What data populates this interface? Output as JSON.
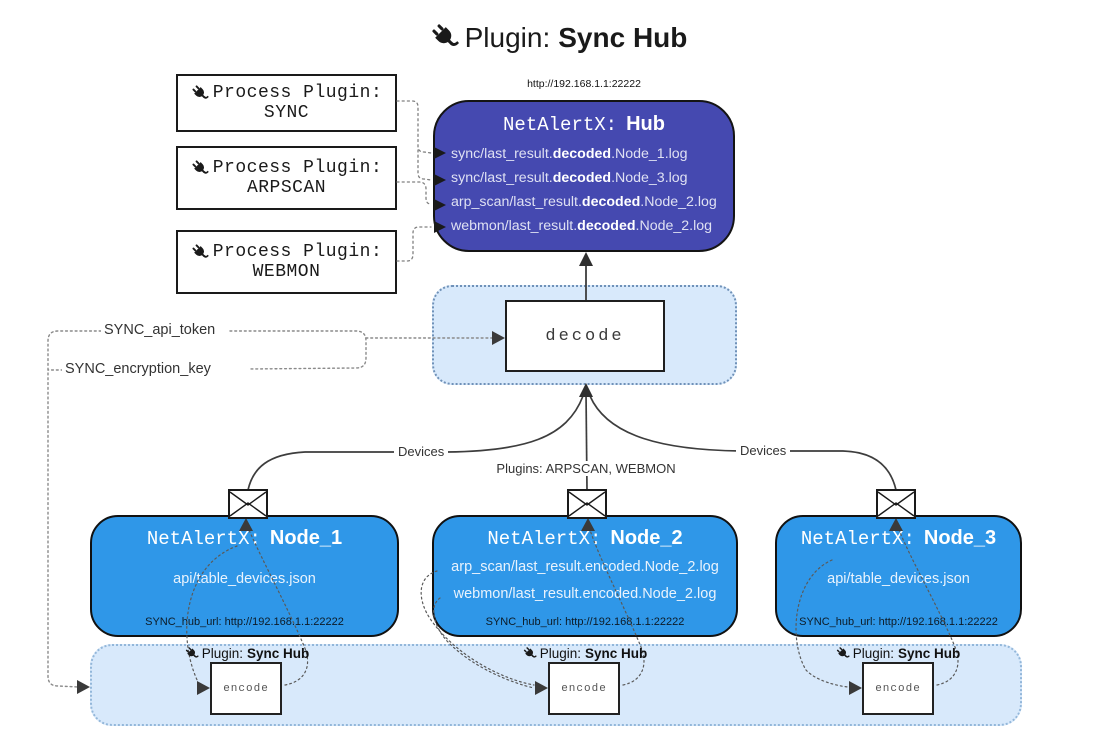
{
  "title": {
    "icon": "plug-icon",
    "label": "Plugin:",
    "bold": "Sync Hub"
  },
  "process_plugins": [
    {
      "label": "Process Plugin:",
      "name": "SYNC"
    },
    {
      "label": "Process Plugin:",
      "name": "ARPSCAN"
    },
    {
      "label": "Process Plugin:",
      "name": "WEBMON"
    }
  ],
  "hub": {
    "url": "http://192.168.1.1:22222",
    "name": "NetAlertX:",
    "bold": "Hub",
    "logs": [
      {
        "pre": "sync/last_result.",
        "bold": "decoded",
        "post": ".Node_1.log"
      },
      {
        "pre": "sync/last_result.",
        "bold": "decoded",
        "post": ".Node_3.log"
      },
      {
        "pre": "arp_scan/last_result.",
        "bold": "decoded",
        "post": ".Node_2.log"
      },
      {
        "pre": "webmon/last_result.",
        "bold": "decoded",
        "post": ".Node_2.log"
      }
    ]
  },
  "decode_box": {
    "label": "decode"
  },
  "secrets": {
    "api_token": "SYNC_api_token",
    "encryption_key": "SYNC_encryption_key"
  },
  "edge_labels": {
    "devices_left": "Devices",
    "plugins_mid": "Plugins: ARPSCAN, WEBMON",
    "devices_right": "Devices"
  },
  "nodes": [
    {
      "name": "NetAlertX:",
      "bold": "Node_1",
      "lines": [
        "api/table_devices.json"
      ],
      "hub_url": "SYNC_hub_url: http://192.168.1.1:22222"
    },
    {
      "name": "NetAlertX:",
      "bold": "Node_2",
      "lines": [
        "arp_scan/last_result.encoded.Node_2.log",
        "webmon/last_result.encoded.Node_2.log"
      ],
      "hub_url": "SYNC_hub_url: http://192.168.1.1:22222"
    },
    {
      "name": "NetAlertX:",
      "bold": "Node_3",
      "lines": [
        "api/table_devices.json"
      ],
      "hub_url": "SYNC_hub_url: http://192.168.1.1:22222"
    }
  ],
  "encoders": [
    {
      "plugin_label": "Plugin:",
      "plugin_bold": "Sync Hub",
      "box_label": "encode"
    },
    {
      "plugin_label": "Plugin:",
      "plugin_bold": "Sync Hub",
      "box_label": "encode"
    },
    {
      "plugin_label": "Plugin:",
      "plugin_bold": "Sync Hub",
      "box_label": "encode"
    }
  ],
  "colors": {
    "hub_fill": "#4549b0",
    "node_fill": "#2f97e8",
    "panel_fill": "#d8e9fb",
    "line": "#3d3d3d",
    "hub_text": "#dfe1f3",
    "node_text": "#e9f3fd"
  }
}
